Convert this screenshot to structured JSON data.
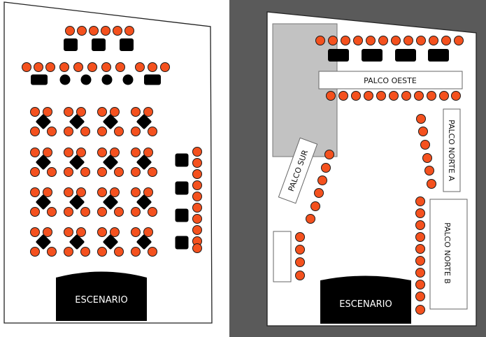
{
  "colors": {
    "chair_fill": "#f4511e",
    "chair_stroke": "#1a1a1a",
    "table": "#000000",
    "divider": "#5a5a5a",
    "reserved_area": "#c2c2c2",
    "background": "#ffffff"
  },
  "layout_left": {
    "stage_label": "ESCENARIO"
  },
  "layout_right": {
    "stage_label": "ESCENARIO",
    "boxes": {
      "palco_oeste": "PALCO OESTE",
      "palco_sur": "PALCO SUR",
      "palco_norte_a": "PALCO NORTE A",
      "palco_norte_b": "PALCO NORTE B"
    }
  }
}
